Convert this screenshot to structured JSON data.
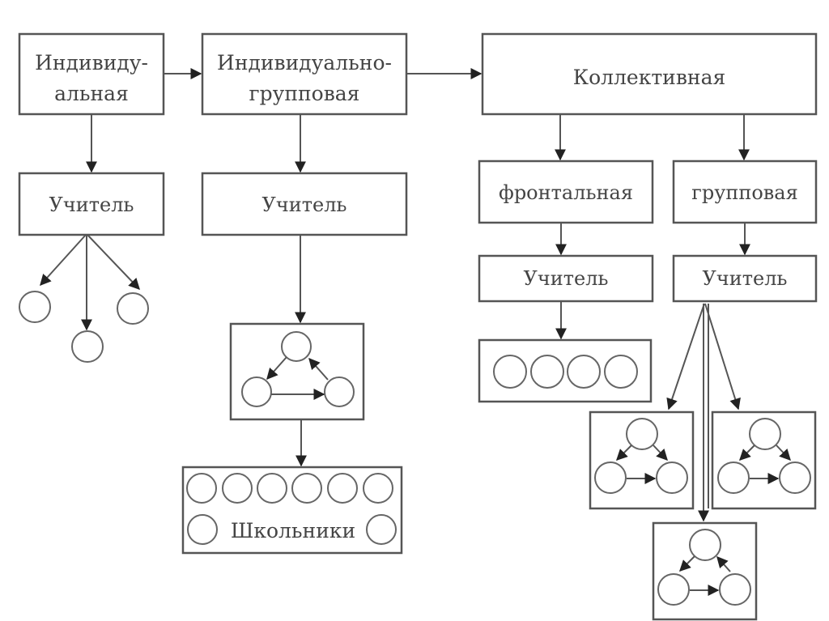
{
  "diagram": {
    "title": "Формы организации учебной деятельности",
    "nodes": {
      "individual": {
        "lines": [
          "Индивиду-",
          "альная"
        ]
      },
      "indiv_group": {
        "lines": [
          "Индивидуально-",
          "групповая"
        ]
      },
      "collective": {
        "label": "Коллективная"
      },
      "frontal": {
        "label": "фронтальная"
      },
      "group": {
        "label": "групповая"
      },
      "teacher_individual": {
        "label": "Учитель"
      },
      "teacher_indiv_group": {
        "label": "Учитель"
      },
      "teacher_frontal": {
        "label": "Учитель"
      },
      "teacher_group": {
        "label": "Учитель"
      },
      "students": {
        "label": "Школьники"
      }
    },
    "edges": [
      {
        "from": "individual",
        "to": "indiv_group"
      },
      {
        "from": "indiv_group",
        "to": "collective"
      },
      {
        "from": "individual",
        "to": "teacher_individual"
      },
      {
        "from": "indiv_group",
        "to": "teacher_indiv_group"
      },
      {
        "from": "collective",
        "to": "frontal"
      },
      {
        "from": "collective",
        "to": "group"
      },
      {
        "from": "frontal",
        "to": "teacher_frontal"
      },
      {
        "from": "group",
        "to": "teacher_group"
      },
      {
        "from": "teacher_individual",
        "to": "student_1"
      },
      {
        "from": "teacher_individual",
        "to": "student_2"
      },
      {
        "from": "teacher_individual",
        "to": "student_3"
      },
      {
        "from": "teacher_indiv_group",
        "to": "triad_group"
      },
      {
        "from": "triad_group",
        "to": "students"
      },
      {
        "from": "teacher_frontal",
        "to": "student_row"
      },
      {
        "from": "teacher_group",
        "to": "subgroup_1"
      },
      {
        "from": "teacher_group",
        "to": "subgroup_2"
      },
      {
        "from": "teacher_group",
        "to": "subgroup_3"
      }
    ],
    "counts": {
      "individual_students": 3,
      "frontal_students": 4,
      "students_top_row": 6,
      "students_bottom_row": 2,
      "subgroups": 3,
      "members_per_subgroup": 3
    }
  }
}
